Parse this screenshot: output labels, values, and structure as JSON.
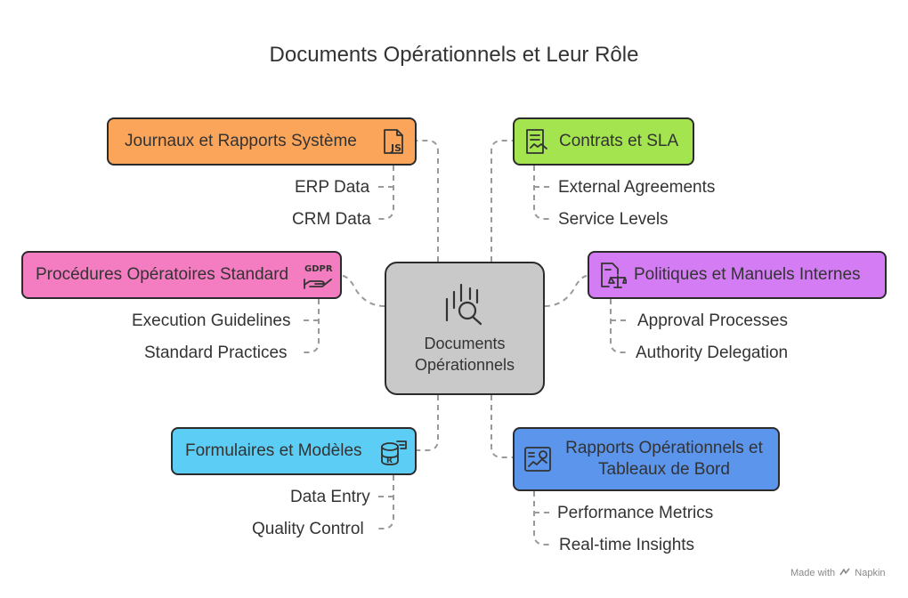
{
  "title": "Documents Opérationnels et Leur Rôle",
  "center": {
    "line1": "Documents",
    "line2": "Opérationnels",
    "icon": "document-search-icon",
    "color": "#c9c9c9"
  },
  "branches": [
    {
      "label": "Journaux et Rapports Système",
      "icon": "js-file-icon",
      "color": "#fba55b",
      "items": [
        "ERP Data",
        "CRM Data"
      ]
    },
    {
      "label": "Contrats et SLA",
      "icon": "contract-handshake-icon",
      "color": "#a3e44f",
      "items": [
        "External Agreements",
        "Service Levels"
      ]
    },
    {
      "label": "Procédures Opératoires Standard",
      "icon": "gdpr-hand-icon",
      "color": "#f47cc0",
      "items": [
        "Execution Guidelines",
        "Standard Practices"
      ]
    },
    {
      "label": "Politiques et Manuels Internes",
      "icon": "policy-scales-icon",
      "color": "#d47cf4",
      "items": [
        "Approval Processes",
        "Authority Delegation"
      ]
    },
    {
      "label": "Formulaires et Modèles",
      "icon": "database-form-icon",
      "color": "#5ccdf4",
      "items": [
        "Data Entry",
        "Quality Control"
      ]
    },
    {
      "label_line1": "Rapports Opérationnels et",
      "label_line2": "Tableaux de Bord",
      "icon": "dashboard-icon",
      "color": "#5b95ec",
      "items": [
        "Performance Metrics",
        "Real-time Insights"
      ]
    }
  ],
  "footer": {
    "text": "Made with",
    "brand": "Napkin"
  }
}
